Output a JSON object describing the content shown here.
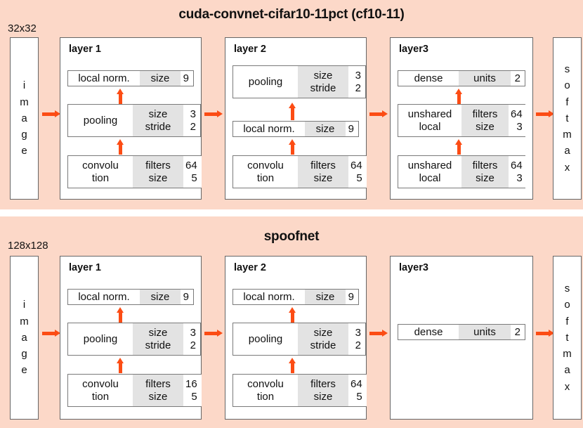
{
  "colors": {
    "panel_bg": "#fcd8c8",
    "arrow": "#fc4c14",
    "box_border": "#7a7a7a",
    "key_cell_bg": "#e3e3e3",
    "page_bg": "#ffffff"
  },
  "networks": [
    {
      "title": "cuda-convnet-cifar10-11pct (cf10-11)",
      "input_size": "32x32",
      "input_label": [
        "i",
        "m",
        "a",
        "g",
        "e"
      ],
      "output_label": [
        "s",
        "o",
        "f",
        "t",
        "m",
        "a",
        "x"
      ],
      "layers": [
        {
          "label": "layer 1",
          "ops": [
            {
              "name": [
                "local norm."
              ],
              "keys": [
                "size"
              ],
              "values": [
                "9"
              ]
            },
            {
              "name": [
                "pooling"
              ],
              "keys": [
                "size",
                "stride"
              ],
              "values": [
                "3",
                "2"
              ]
            },
            {
              "name": [
                "convolu",
                "tion"
              ],
              "keys": [
                "filters",
                "size"
              ],
              "values": [
                "64",
                "5"
              ]
            }
          ]
        },
        {
          "label": "layer 2",
          "ops": [
            {
              "name": [
                "pooling"
              ],
              "keys": [
                "size",
                "stride"
              ],
              "values": [
                "3",
                "2"
              ]
            },
            {
              "name": [
                "local norm."
              ],
              "keys": [
                "size"
              ],
              "values": [
                "9"
              ]
            },
            {
              "name": [
                "convolu",
                "tion"
              ],
              "keys": [
                "filters",
                "size"
              ],
              "values": [
                "64",
                "5"
              ]
            }
          ]
        },
        {
          "label": "layer3",
          "ops": [
            {
              "name": [
                "dense"
              ],
              "keys": [
                "units"
              ],
              "values": [
                "2"
              ]
            },
            {
              "name": [
                "unshared",
                "local"
              ],
              "keys": [
                "filters",
                "size"
              ],
              "values": [
                "64",
                "3"
              ]
            },
            {
              "name": [
                "unshared",
                "local"
              ],
              "keys": [
                "filters",
                "size"
              ],
              "values": [
                "64",
                "3"
              ]
            }
          ]
        }
      ]
    },
    {
      "title": "spoofnet",
      "input_size": "128x128",
      "input_label": [
        "i",
        "m",
        "a",
        "g",
        "e"
      ],
      "output_label": [
        "s",
        "o",
        "f",
        "t",
        "m",
        "a",
        "x"
      ],
      "layers": [
        {
          "label": "layer 1",
          "ops": [
            {
              "name": [
                "local norm."
              ],
              "keys": [
                "size"
              ],
              "values": [
                "9"
              ]
            },
            {
              "name": [
                "pooling"
              ],
              "keys": [
                "size",
                "stride"
              ],
              "values": [
                "3",
                "2"
              ]
            },
            {
              "name": [
                "convolu",
                "tion"
              ],
              "keys": [
                "filters",
                "size"
              ],
              "values": [
                "16",
                "5"
              ]
            }
          ]
        },
        {
          "label": "layer 2",
          "ops": [
            {
              "name": [
                "local norm."
              ],
              "keys": [
                "size"
              ],
              "values": [
                "9"
              ]
            },
            {
              "name": [
                "pooling"
              ],
              "keys": [
                "size",
                "stride"
              ],
              "values": [
                "3",
                "2"
              ]
            },
            {
              "name": [
                "convolu",
                "tion"
              ],
              "keys": [
                "filters",
                "size"
              ],
              "values": [
                "64",
                "5"
              ]
            }
          ]
        },
        {
          "label": "layer3",
          "ops": [
            {
              "name": [
                "dense"
              ],
              "keys": [
                "units"
              ],
              "values": [
                "2"
              ]
            }
          ]
        }
      ]
    }
  ]
}
